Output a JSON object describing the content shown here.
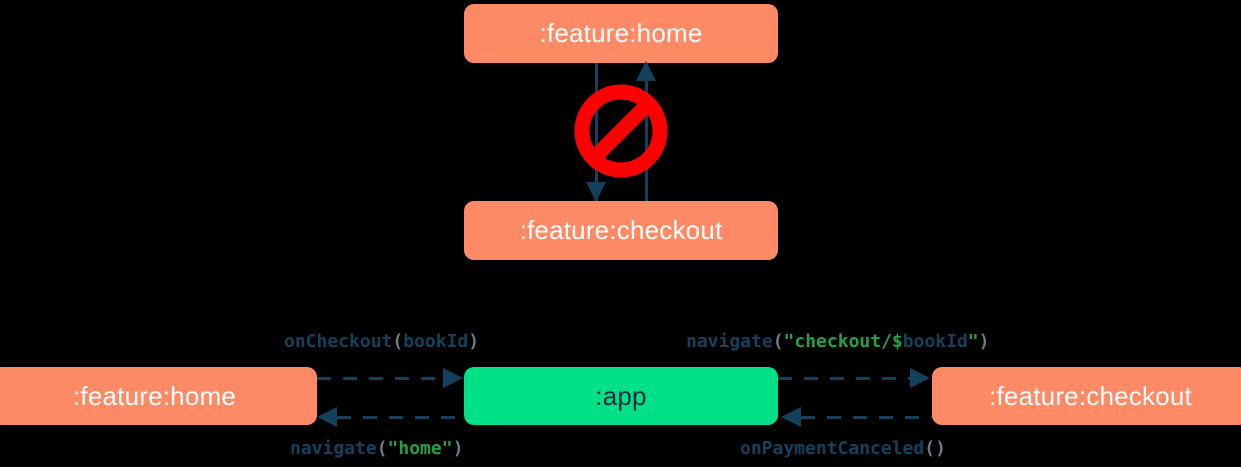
{
  "diagram": {
    "title": "module navigation dependency diagram",
    "colors": {
      "feature_module": "#FF8A65",
      "app_module": "#00E187",
      "connector": "#13415C",
      "forbidden": "#FF0000",
      "string_token": "#1FA24A",
      "punct_token": "#6B7C87",
      "background": "#000000"
    },
    "forbidden_section": {
      "icon": "prohibition-sign",
      "meaning": "direct dependency between feature modules is not allowed",
      "nodes": [
        {
          "id": "top-home",
          "label": ":feature:home",
          "type": "feature"
        },
        {
          "id": "top-checkout",
          "label": ":feature:checkout",
          "type": "feature"
        }
      ],
      "edges": [
        {
          "id": "home-to-checkout",
          "direction": "down",
          "style": "solid"
        },
        {
          "id": "checkout-to-home",
          "direction": "up",
          "style": "solid"
        }
      ]
    },
    "allowed_section": {
      "nodes": [
        {
          "id": "bottom-home",
          "label": ":feature:home",
          "type": "feature"
        },
        {
          "id": "bottom-app",
          "label": ":app",
          "type": "app"
        },
        {
          "id": "bottom-checkout",
          "label": ":feature:checkout",
          "type": "feature"
        }
      ],
      "edges": [
        {
          "id": "home-to-app",
          "from": ":feature:home",
          "to": ":app",
          "direction": "right",
          "style": "dashed",
          "label": {
            "full": "onCheckout(bookId)",
            "tokens": [
              {
                "text": "onCheckout",
                "kind": "fn"
              },
              {
                "text": "(",
                "kind": "punct"
              },
              {
                "text": "bookId",
                "kind": "ident"
              },
              {
                "text": ")",
                "kind": "punct"
              }
            ]
          }
        },
        {
          "id": "app-to-checkout",
          "from": ":app",
          "to": ":feature:checkout",
          "direction": "right",
          "style": "dashed",
          "label": {
            "full": "navigate(\"checkout/$bookId\")",
            "tokens": [
              {
                "text": "navigate",
                "kind": "fn"
              },
              {
                "text": "(",
                "kind": "punct"
              },
              {
                "text": "\"checkout/$",
                "kind": "string"
              },
              {
                "text": "bookId",
                "kind": "ident"
              },
              {
                "text": "\"",
                "kind": "string"
              },
              {
                "text": ")",
                "kind": "punct"
              }
            ]
          }
        },
        {
          "id": "app-to-home",
          "from": ":app",
          "to": ":feature:home",
          "direction": "left",
          "style": "dashed",
          "label": {
            "full": "navigate(\"home\")",
            "tokens": [
              {
                "text": "navigate",
                "kind": "fn"
              },
              {
                "text": "(",
                "kind": "punct"
              },
              {
                "text": "\"home\"",
                "kind": "string"
              },
              {
                "text": ")",
                "kind": "punct"
              }
            ]
          }
        },
        {
          "id": "checkout-to-app",
          "from": ":feature:checkout",
          "to": ":app",
          "direction": "left",
          "style": "dashed",
          "label": {
            "full": "onPaymentCanceled()",
            "tokens": [
              {
                "text": "onPaymentCanceled",
                "kind": "fn"
              },
              {
                "text": "()",
                "kind": "punct"
              }
            ]
          }
        }
      ]
    }
  }
}
